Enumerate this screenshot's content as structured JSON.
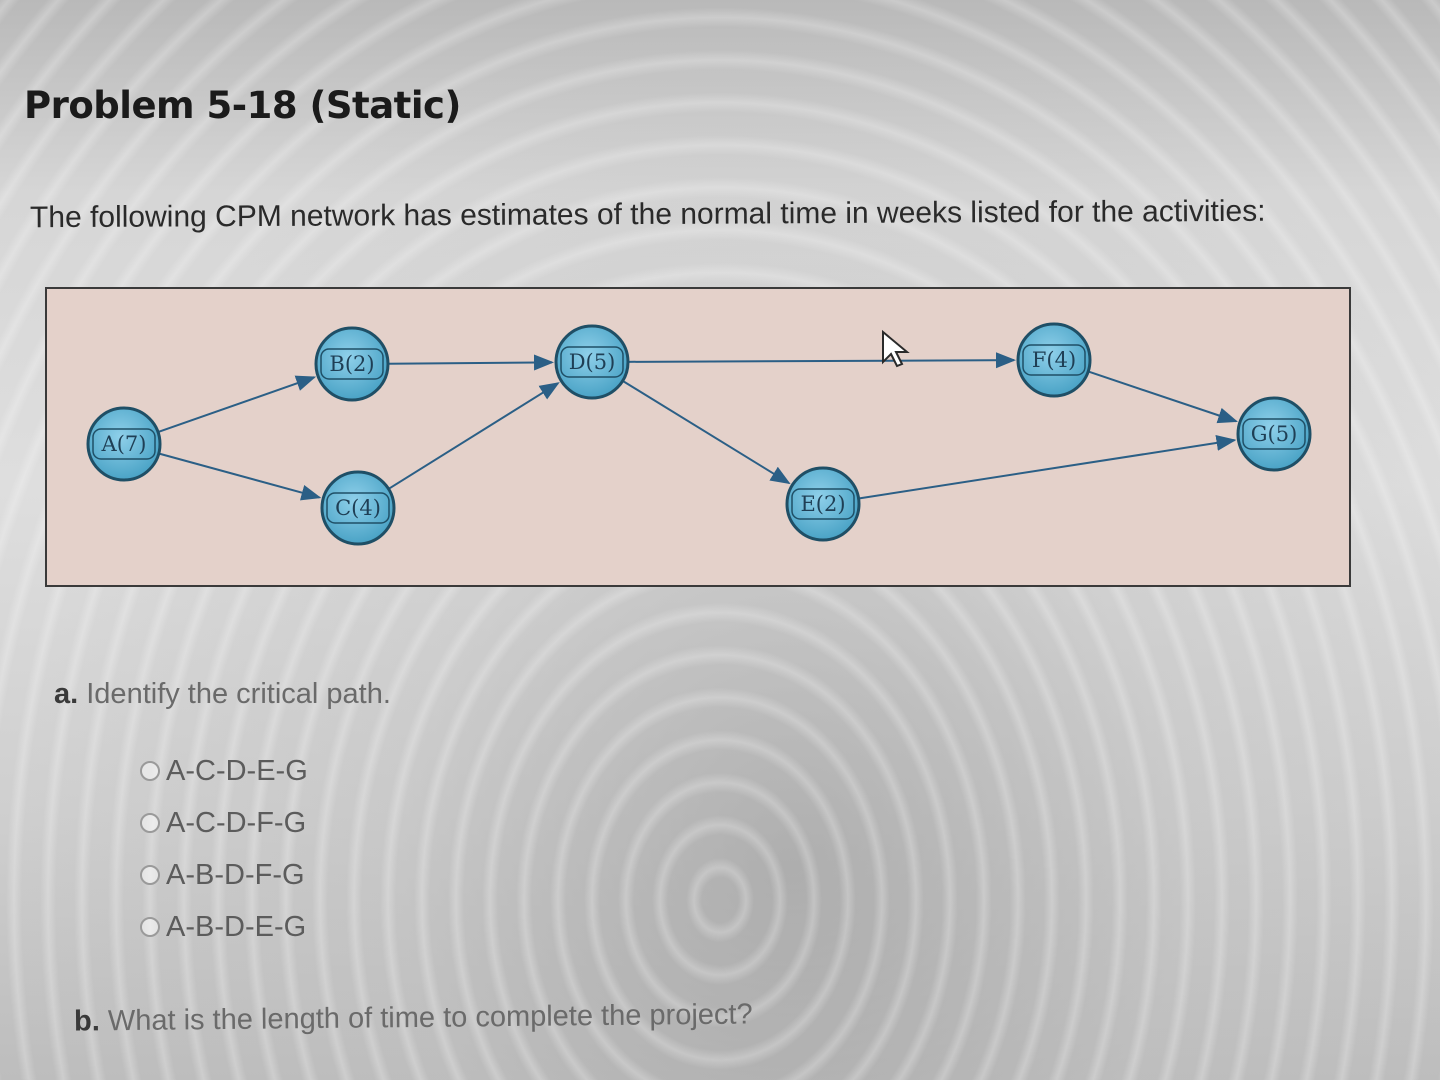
{
  "title": "Problem 5-18 (Static)",
  "intro": "The following CPM network has estimates of the normal time in weeks listed for the activities:",
  "network": {
    "nodes": [
      "A(7)",
      "B(2)",
      "C(4)",
      "D(5)",
      "E(2)",
      "F(4)",
      "G(5)"
    ],
    "edges": [
      [
        "A(7)",
        "B(2)"
      ],
      [
        "A(7)",
        "C(4)"
      ],
      [
        "B(2)",
        "D(5)"
      ],
      [
        "C(4)",
        "D(5)"
      ],
      [
        "D(5)",
        "F(4)"
      ],
      [
        "D(5)",
        "E(2)"
      ],
      [
        "F(4)",
        "G(5)"
      ],
      [
        "E(2)",
        "G(5)"
      ]
    ],
    "colors": {
      "panel": "#e6d3cc",
      "node_fill": "#5fb3d3",
      "node_stroke": "#1f4f66",
      "edge": "#2b5f86"
    }
  },
  "question_a": {
    "letter": "a.",
    "text": "Identify the critical path.",
    "options": [
      "A-C-D-E-G",
      "A-C-D-F-G",
      "A-B-D-F-G",
      "A-B-D-E-G"
    ]
  },
  "question_b": {
    "letter": "b.",
    "text": "What is the length of time to complete the project?"
  }
}
